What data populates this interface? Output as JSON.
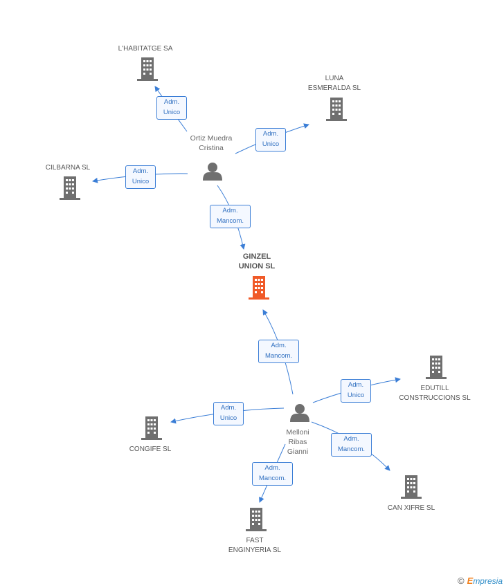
{
  "nodes": {
    "ginzel": {
      "label_line1": "GINZEL",
      "label_line2": "UNION SL",
      "color": "#f05a28"
    },
    "habitatge": {
      "label": "L'HABITATGE SA"
    },
    "luna": {
      "label_line1": "LUNA",
      "label_line2": "ESMERALDA SL"
    },
    "cilbarna": {
      "label": "CILBARNA SL"
    },
    "edutill": {
      "label_line1": "EDUTILL",
      "label_line2": "CONSTRUCCIONS SL"
    },
    "congife": {
      "label": "CONGIFE SL"
    },
    "canxifre": {
      "label": "CAN XIFRE  SL"
    },
    "fast": {
      "label_line1": "FAST",
      "label_line2": "ENGINYERIA SL"
    }
  },
  "people": {
    "ortiz": {
      "label_line1": "Ortiz Muedra",
      "label_line2": "Cristina"
    },
    "melloni": {
      "label_line1": "Melloni",
      "label_line2": "Ribas",
      "label_line3": "Gianni"
    }
  },
  "edges": {
    "ortiz_habitatge": {
      "line1": "Adm.",
      "line2": "Unico"
    },
    "ortiz_luna": {
      "line1": "Adm.",
      "line2": "Unico"
    },
    "ortiz_cilbarna": {
      "line1": "Adm.",
      "line2": "Unico"
    },
    "ortiz_ginzel": {
      "line1": "Adm.",
      "line2": "Mancom."
    },
    "melloni_ginzel": {
      "line1": "Adm.",
      "line2": "Mancom."
    },
    "melloni_edutill": {
      "line1": "Adm.",
      "line2": "Unico"
    },
    "melloni_congife": {
      "line1": "Adm.",
      "line2": "Unico"
    },
    "melloni_canxifre": {
      "line1": "Adm.",
      "line2": "Mancom."
    },
    "melloni_fast": {
      "line1": "Adm.",
      "line2": "Mancom."
    }
  },
  "colors": {
    "edge": "#3b7ed6",
    "building": "#6f6f6f",
    "person": "#6f6f6f",
    "focus": "#f05a28"
  },
  "footer": {
    "copyright": "©",
    "brand_initial": "E",
    "brand_rest": "mpresia"
  }
}
